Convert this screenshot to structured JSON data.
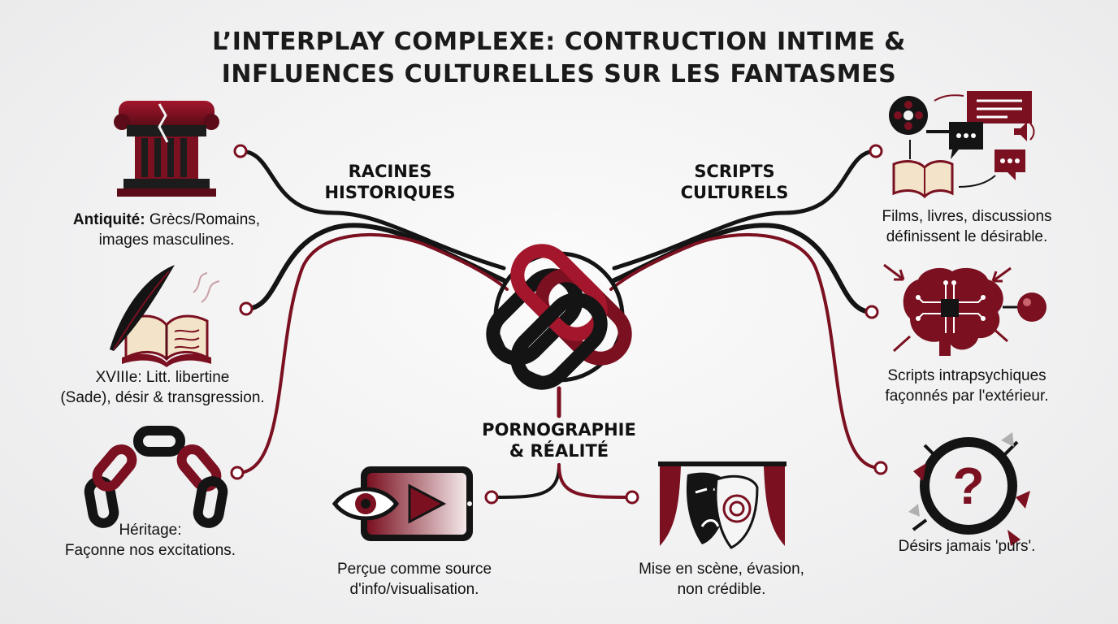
{
  "title": {
    "line1": "L’INTERPLAY COMPLEXE: CONTRUCTION INTIME &",
    "line2": "INFLUENCES CULTURELLES SUR LES FANTASMES"
  },
  "branches": {
    "left": {
      "line1": "RACINES",
      "line2": "HISTORIQUES"
    },
    "right": {
      "line1": "SCRIPTS",
      "line2": "CULTURELS"
    },
    "bottom": {
      "line1": "PORNOGRAPHIE",
      "line2": "& RÉALITÉ"
    }
  },
  "left_items": {
    "antiquity": {
      "bold": "Antiquité:",
      "rest": " Grècs/Romains,",
      "line2": "images masculines.",
      "icon": "column-icon"
    },
    "eighteenth": {
      "line1": "XVIIIe: Litt. libertine",
      "line2": "(Sade), désir & transgression.",
      "icon": "quill-book-icon"
    },
    "heritage": {
      "line1": "Héritage:",
      "line2": "Façonne nos excitations.",
      "icon": "chain-icon"
    }
  },
  "right_items": {
    "media": {
      "line1": "Films, livres, discussions",
      "line2": "définissent le désirable.",
      "icon": "media-cycle-icon"
    },
    "scripts": {
      "line1": "Scripts intrapsychiques",
      "line2": "façonnés par l'extérieur.",
      "icon": "brain-circuit-icon"
    },
    "pure": {
      "line1": "Désirs jamais 'purs'.",
      "icon": "shattered-question-icon"
    }
  },
  "bottom_items": {
    "info": {
      "line1": "Perçue comme source",
      "line2": "d'info/visualisation.",
      "icon": "eye-video-icon"
    },
    "staging": {
      "line1": "Mise en scène, évasion,",
      "line2": "non crédible.",
      "icon": "theater-masks-icon"
    }
  },
  "center": {
    "icon": "celtic-knot-icon"
  },
  "colors": {
    "dark": "#141414",
    "red": "#7a1020",
    "accent": "#a3162b"
  }
}
